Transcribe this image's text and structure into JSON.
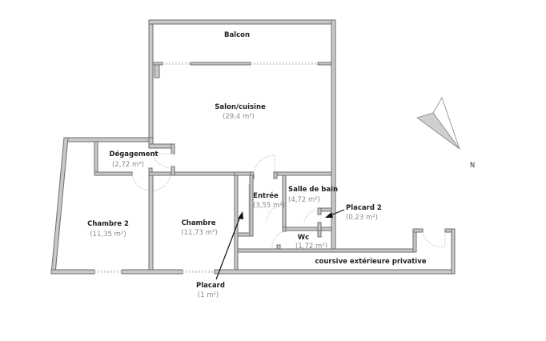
{
  "rooms": [
    {
      "id": "balcon",
      "name": "Balcon",
      "area": ""
    },
    {
      "id": "salon",
      "name": "Salon/cuisine",
      "area": "(29,4 m²)"
    },
    {
      "id": "degagement",
      "name": "Dégagement",
      "area": "(2,72 m²)"
    },
    {
      "id": "entree",
      "name": "Entrée",
      "area": "(3,55 m²)"
    },
    {
      "id": "sdb",
      "name": "Salle de bain",
      "area": "(4,72 m²)"
    },
    {
      "id": "placard2",
      "name": "Placard 2",
      "area": "(0,23 m²)"
    },
    {
      "id": "wc",
      "name": "Wc",
      "area": "(1,72 m²)"
    },
    {
      "id": "chambre2",
      "name": "Chambre 2",
      "area": "(11,35 m²)"
    },
    {
      "id": "chambre",
      "name": "Chambre",
      "area": "(11,73 m²)"
    },
    {
      "id": "placard",
      "name": "Placard",
      "area": "(1 m²)"
    },
    {
      "id": "coursive",
      "name": "coursive extérieure privative",
      "area": ""
    }
  ],
  "compass": {
    "label": "N"
  }
}
